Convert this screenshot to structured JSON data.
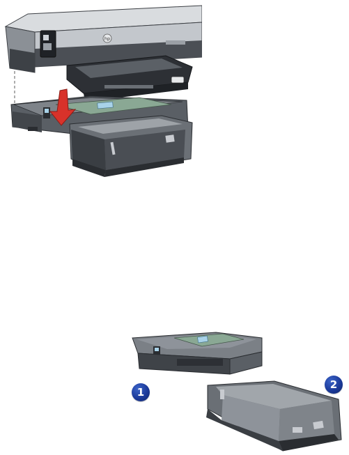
{
  "printer": {
    "logo_text": "hp"
  },
  "callouts": [
    {
      "number": "1"
    },
    {
      "number": "2"
    }
  ],
  "colors": {
    "arrow": "#d8322a",
    "callout_fill": "#1b3a9a",
    "tray_dark": "#555a60",
    "printer_silver": "#bfc3c8"
  },
  "icons": {
    "arrow": "down-arrow-icon"
  }
}
